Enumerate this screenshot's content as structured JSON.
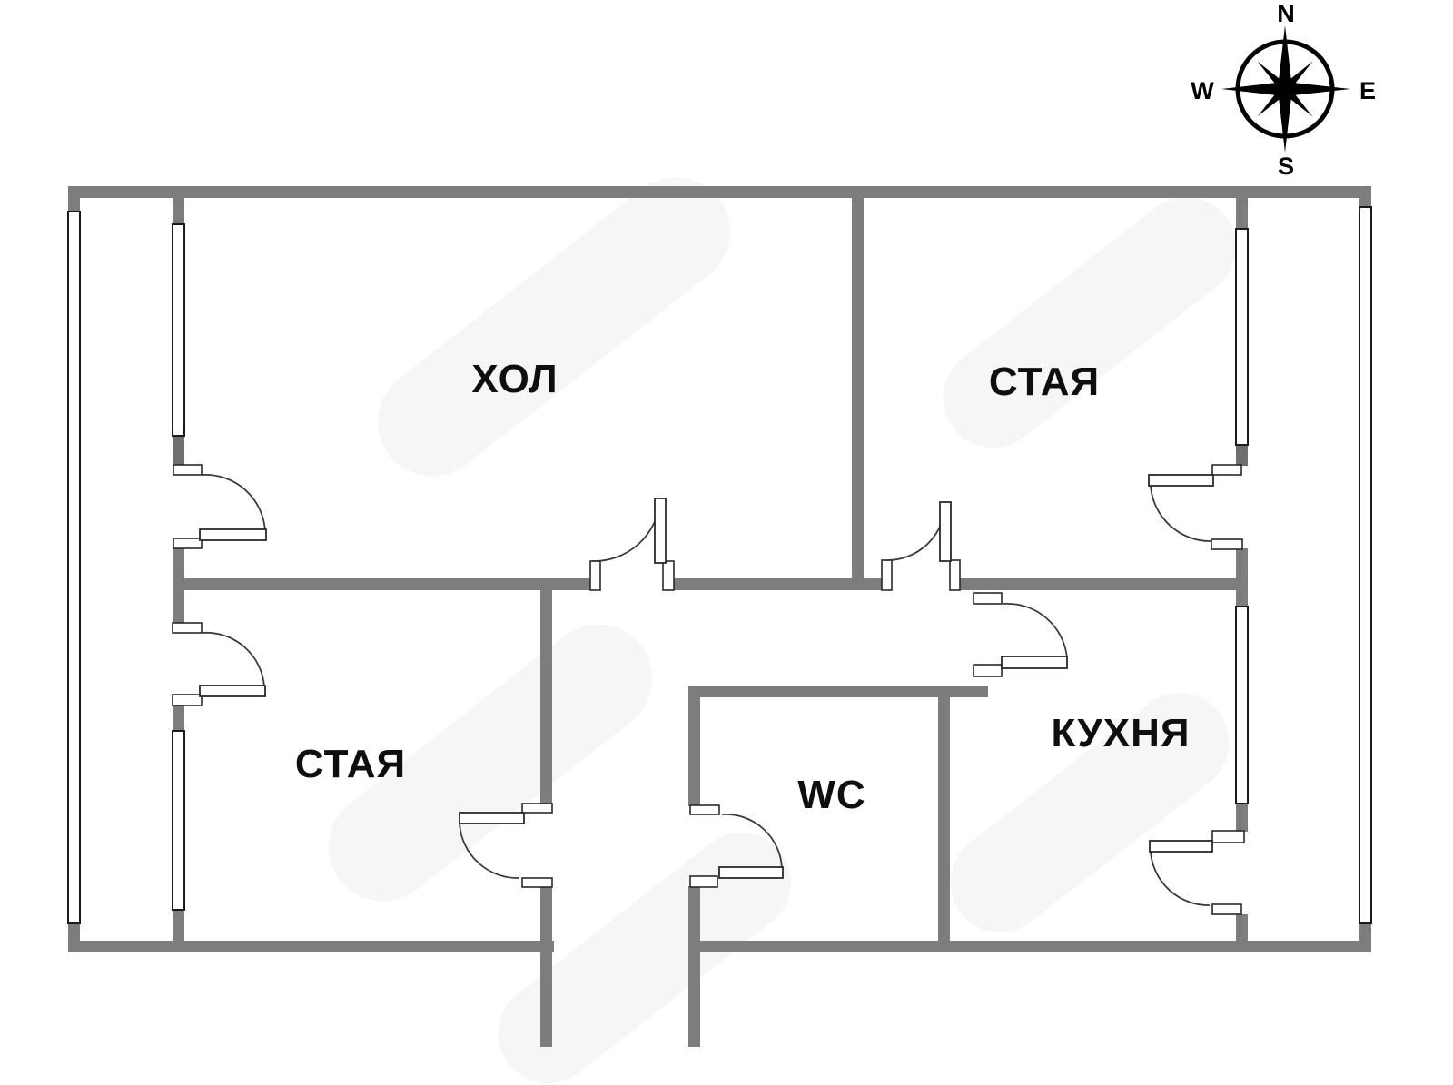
{
  "plan": {
    "type": "apartment-floor-plan",
    "rooms": [
      {
        "key": "hall",
        "label": "ХОЛ"
      },
      {
        "key": "room_top_right",
        "label": "СТАЯ"
      },
      {
        "key": "room_bottom_left",
        "label": "СТАЯ"
      },
      {
        "key": "wc",
        "label": "WC"
      },
      {
        "key": "kitchen",
        "label": "КУХНЯ"
      }
    ]
  },
  "compass": {
    "north": "N",
    "east": "E",
    "south": "S",
    "west": "W"
  },
  "colors": {
    "wall_gray": "#7d7d7d",
    "outline_black": "#1b1b1b",
    "background": "#ffffff"
  }
}
